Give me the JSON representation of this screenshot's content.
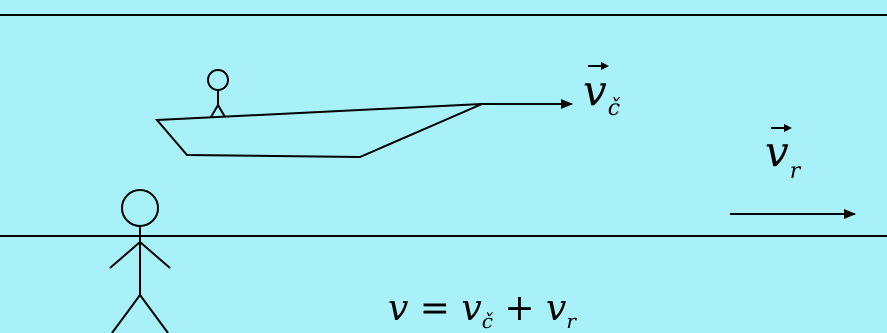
{
  "background_color": "#a9f1f9",
  "ink_color": "#000000",
  "labels": {
    "boat_velocity_symbol": "v",
    "boat_velocity_subscript": "č",
    "river_velocity_symbol": "v",
    "river_velocity_subscript": "r"
  },
  "formula": {
    "lhs": "v",
    "equals": " = ",
    "term1": "v",
    "term1_sub": "č",
    "plus": " + ",
    "term2": "v",
    "term2_sub": "r"
  }
}
